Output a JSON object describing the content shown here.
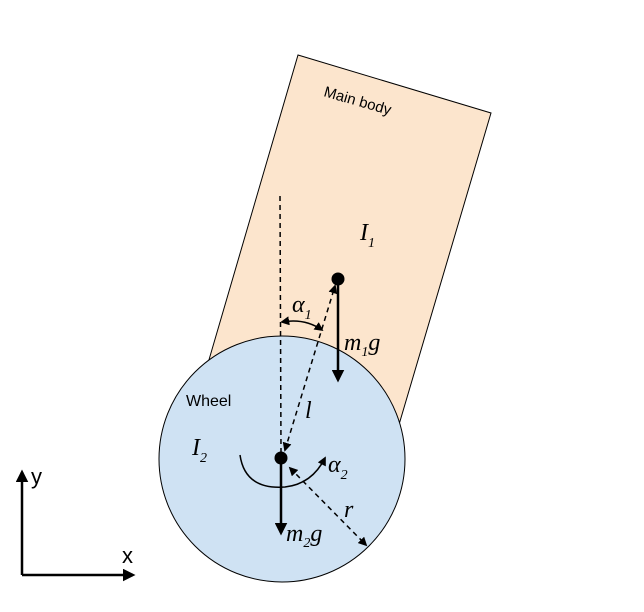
{
  "colors": {
    "body_fill": "#fce5cd",
    "wheel_fill": "#cfe2f3",
    "stroke": "#000000"
  },
  "labels": {
    "main_body": "Main body",
    "wheel": "Wheel",
    "inertia_body": {
      "base": "I",
      "sub": "1"
    },
    "inertia_wheel": {
      "base": "I",
      "sub": "2"
    },
    "alpha1": {
      "base": "α",
      "sub": "1"
    },
    "alpha2": {
      "base": "α",
      "sub": "2"
    },
    "weight_body": {
      "base": "m",
      "sub": "1",
      "tail": "g"
    },
    "weight_wheel": {
      "base": "m",
      "sub": "2",
      "tail": "g"
    },
    "length": "l",
    "radius": "r",
    "axis_x": "x",
    "axis_y": "y"
  }
}
